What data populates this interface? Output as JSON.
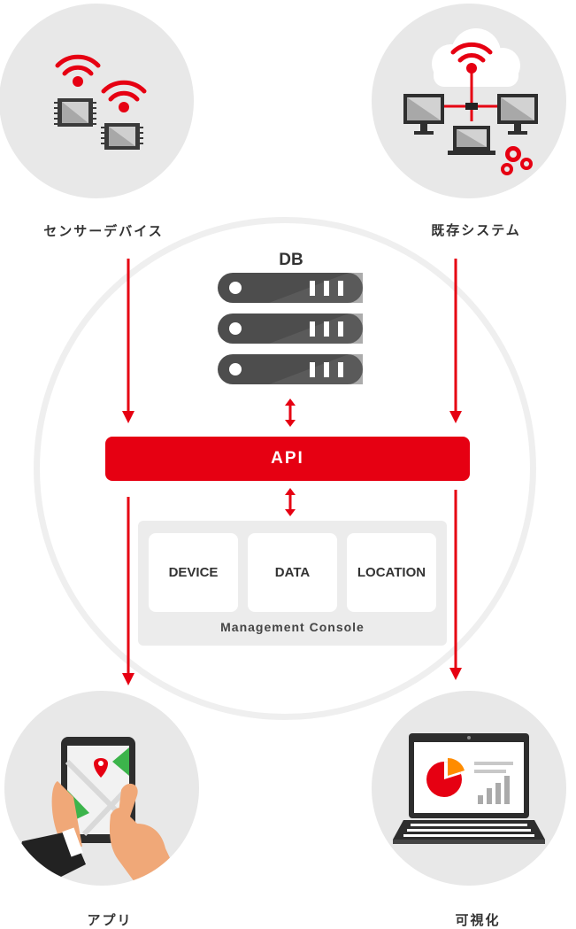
{
  "nodes": {
    "sensor_devices": "センサーデバイス",
    "existing_systems": "既存システム",
    "app": "アプリ",
    "visualization": "可視化"
  },
  "db": {
    "label": "DB"
  },
  "api": {
    "label": "API"
  },
  "console": {
    "title": "Management Console",
    "tiles": [
      "DEVICE",
      "DATA",
      "LOCATION"
    ]
  },
  "colors": {
    "accent": "#e60012",
    "server": "#4d4d4d",
    "circle_bg": "#e8e8e8",
    "ring": "#efefef"
  },
  "icons": {
    "sensor": "wifi-chip-icon",
    "system": "cloud-network-icon",
    "app": "smartphone-map-icon",
    "visualization": "laptop-chart-icon",
    "db": "server-stack-icon"
  }
}
